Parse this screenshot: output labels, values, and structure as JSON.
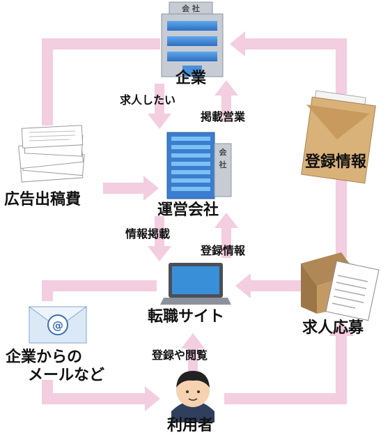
{
  "nodes": {
    "company": "企業",
    "agency": "運営会社",
    "ad_cost": "広告出稿費",
    "registration_docs": "登録情報",
    "job_site": "転職サイト",
    "application": "求人応募",
    "company_mail_line1": "企業からの",
    "company_mail_line2": "メールなど",
    "user": "利用者"
  },
  "edge_labels": {
    "want_hire": "求人したい",
    "listing_sales": "掲載営業",
    "info_listing": "情報掲載",
    "registration_info": "登録情報",
    "register_browse": "登録や閲覧"
  },
  "building_signs": {
    "company_sign": "会 社",
    "agency_sign_1": "会",
    "agency_sign_2": "社"
  },
  "colors": {
    "arrow": "#f3cde0",
    "building_blue": "#3b7ecf",
    "building_gray": "#c7ccd4",
    "envelope": "#d9b27a",
    "laptop": "#3a8fd9"
  }
}
